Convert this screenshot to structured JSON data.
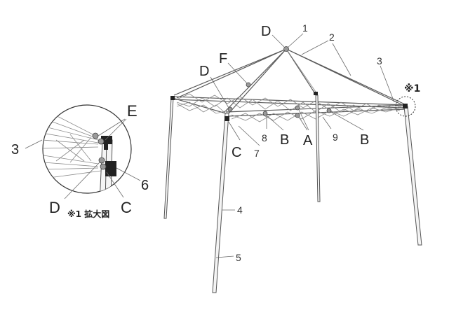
{
  "labels": {
    "D_top": "D",
    "n1": "1",
    "n2": "2",
    "n3_right": "3",
    "ref1": "※1",
    "F": "F",
    "D_left": "D",
    "n8": "8",
    "B_left": "B",
    "A": "A",
    "n9": "9",
    "B_right": "B",
    "C_main": "C",
    "n7": "7",
    "n4": "4",
    "n5": "5"
  },
  "detail": {
    "E": "E",
    "n3": "3",
    "n6": "6",
    "D": "D",
    "C": "C",
    "caption": "※1 拡大図"
  }
}
